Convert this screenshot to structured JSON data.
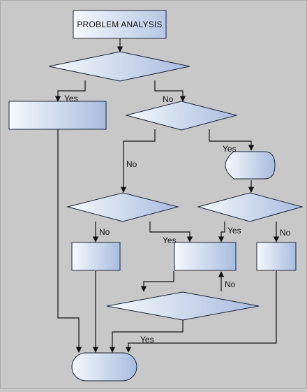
{
  "diagram": {
    "title_box": "PROBLEM ANALYSIS",
    "labels": {
      "yes": "Yes",
      "no": "No"
    },
    "colors": {
      "background": "#c8c8c8",
      "shape_fill_light": "#f4f7fc",
      "shape_fill_dark": "#a9bcdf",
      "stroke": "#1a2436",
      "connector": "#111111"
    }
  }
}
